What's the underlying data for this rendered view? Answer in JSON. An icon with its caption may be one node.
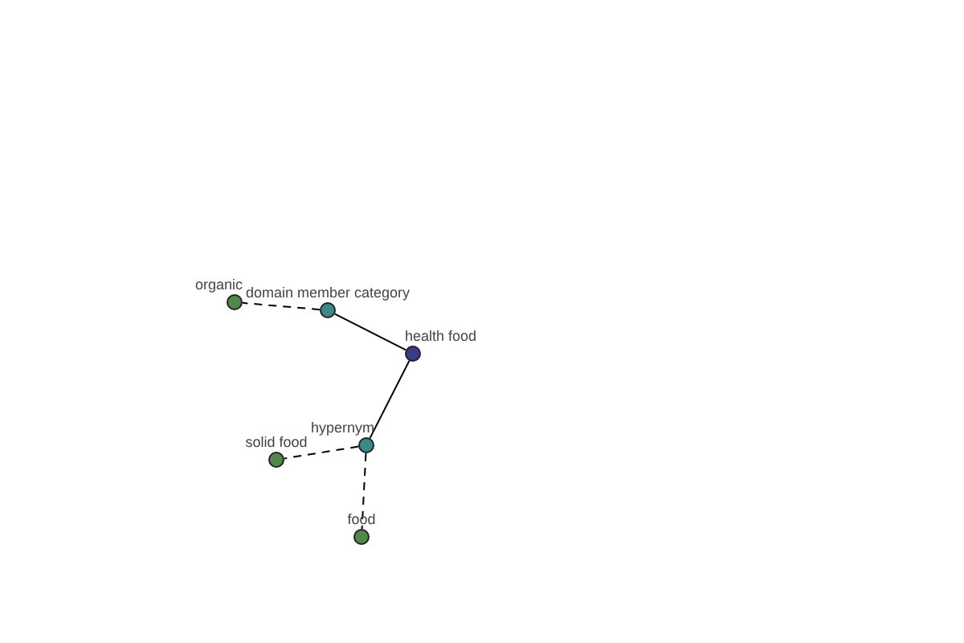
{
  "diagram": {
    "nodes": [
      {
        "text": [
          "health food"
        ]
      },
      {
        "text": [
          "domain member category"
        ]
      },
      {
        "text": [
          "organic"
        ]
      },
      {
        "text": [
          "hypernym"
        ]
      },
      {
        "text": [
          "solid food"
        ]
      },
      {
        "text": [
          "food"
        ]
      }
    ],
    "edges": [
      {
        "from": 0,
        "to": 1,
        "arrow": "none"
      },
      {
        "from": 1,
        "to": 2,
        "arrow": "none",
        "style": "dashed"
      },
      {
        "from": 0,
        "to": 3,
        "arrow": "none"
      },
      {
        "from": 3,
        "to": 4,
        "arrow": "none",
        "style": "dashed"
      },
      {
        "from": 3,
        "to": 5,
        "arrow": "none",
        "style": "dashed"
      }
    ]
  }
}
